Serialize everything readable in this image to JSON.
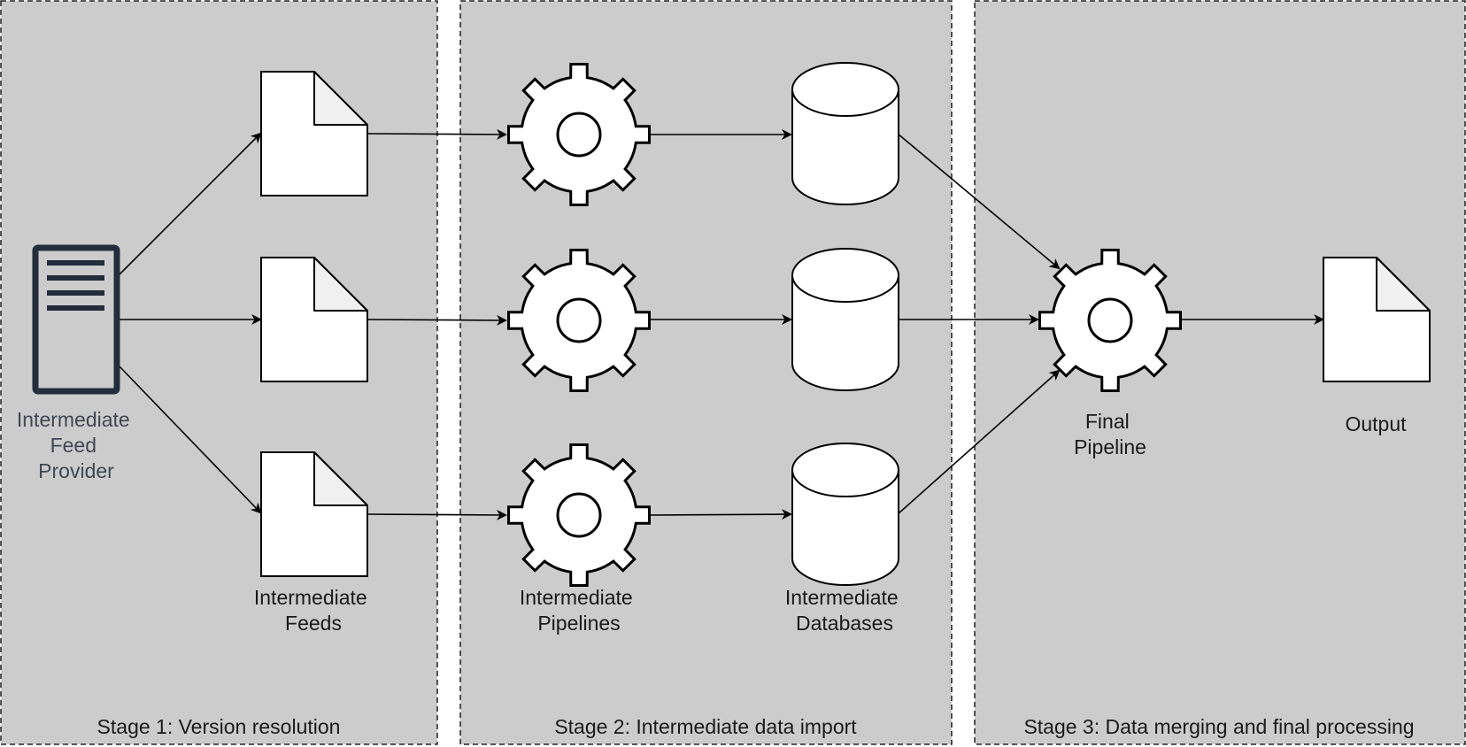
{
  "stages": {
    "stage1": "Stage 1: Version resolution",
    "stage2": "Stage 2: Intermediate data import",
    "stage3": "Stage 3: Data merging and final processing"
  },
  "provider": {
    "label_lines": [
      "Intermediate",
      "Feed",
      "Provider"
    ],
    "icon": "server-icon",
    "color": "#232d3c"
  },
  "feeds": {
    "label_lines": [
      "Intermediate",
      "Feeds"
    ],
    "icon": "document-icon"
  },
  "pipelines": {
    "label_lines": [
      "Intermediate",
      "Pipelines"
    ],
    "icon": "gear-icon"
  },
  "databases": {
    "label_lines": [
      "Intermediate",
      "Databases"
    ],
    "icon": "database-icon"
  },
  "final_pipeline": {
    "label_lines": [
      "Final",
      "Pipeline"
    ],
    "icon": "gear-icon"
  },
  "output": {
    "label": "Output",
    "icon": "document-icon"
  },
  "colors": {
    "stage_fill": "#cccccc",
    "node_fill": "#ffffff",
    "stroke": "#000000"
  }
}
